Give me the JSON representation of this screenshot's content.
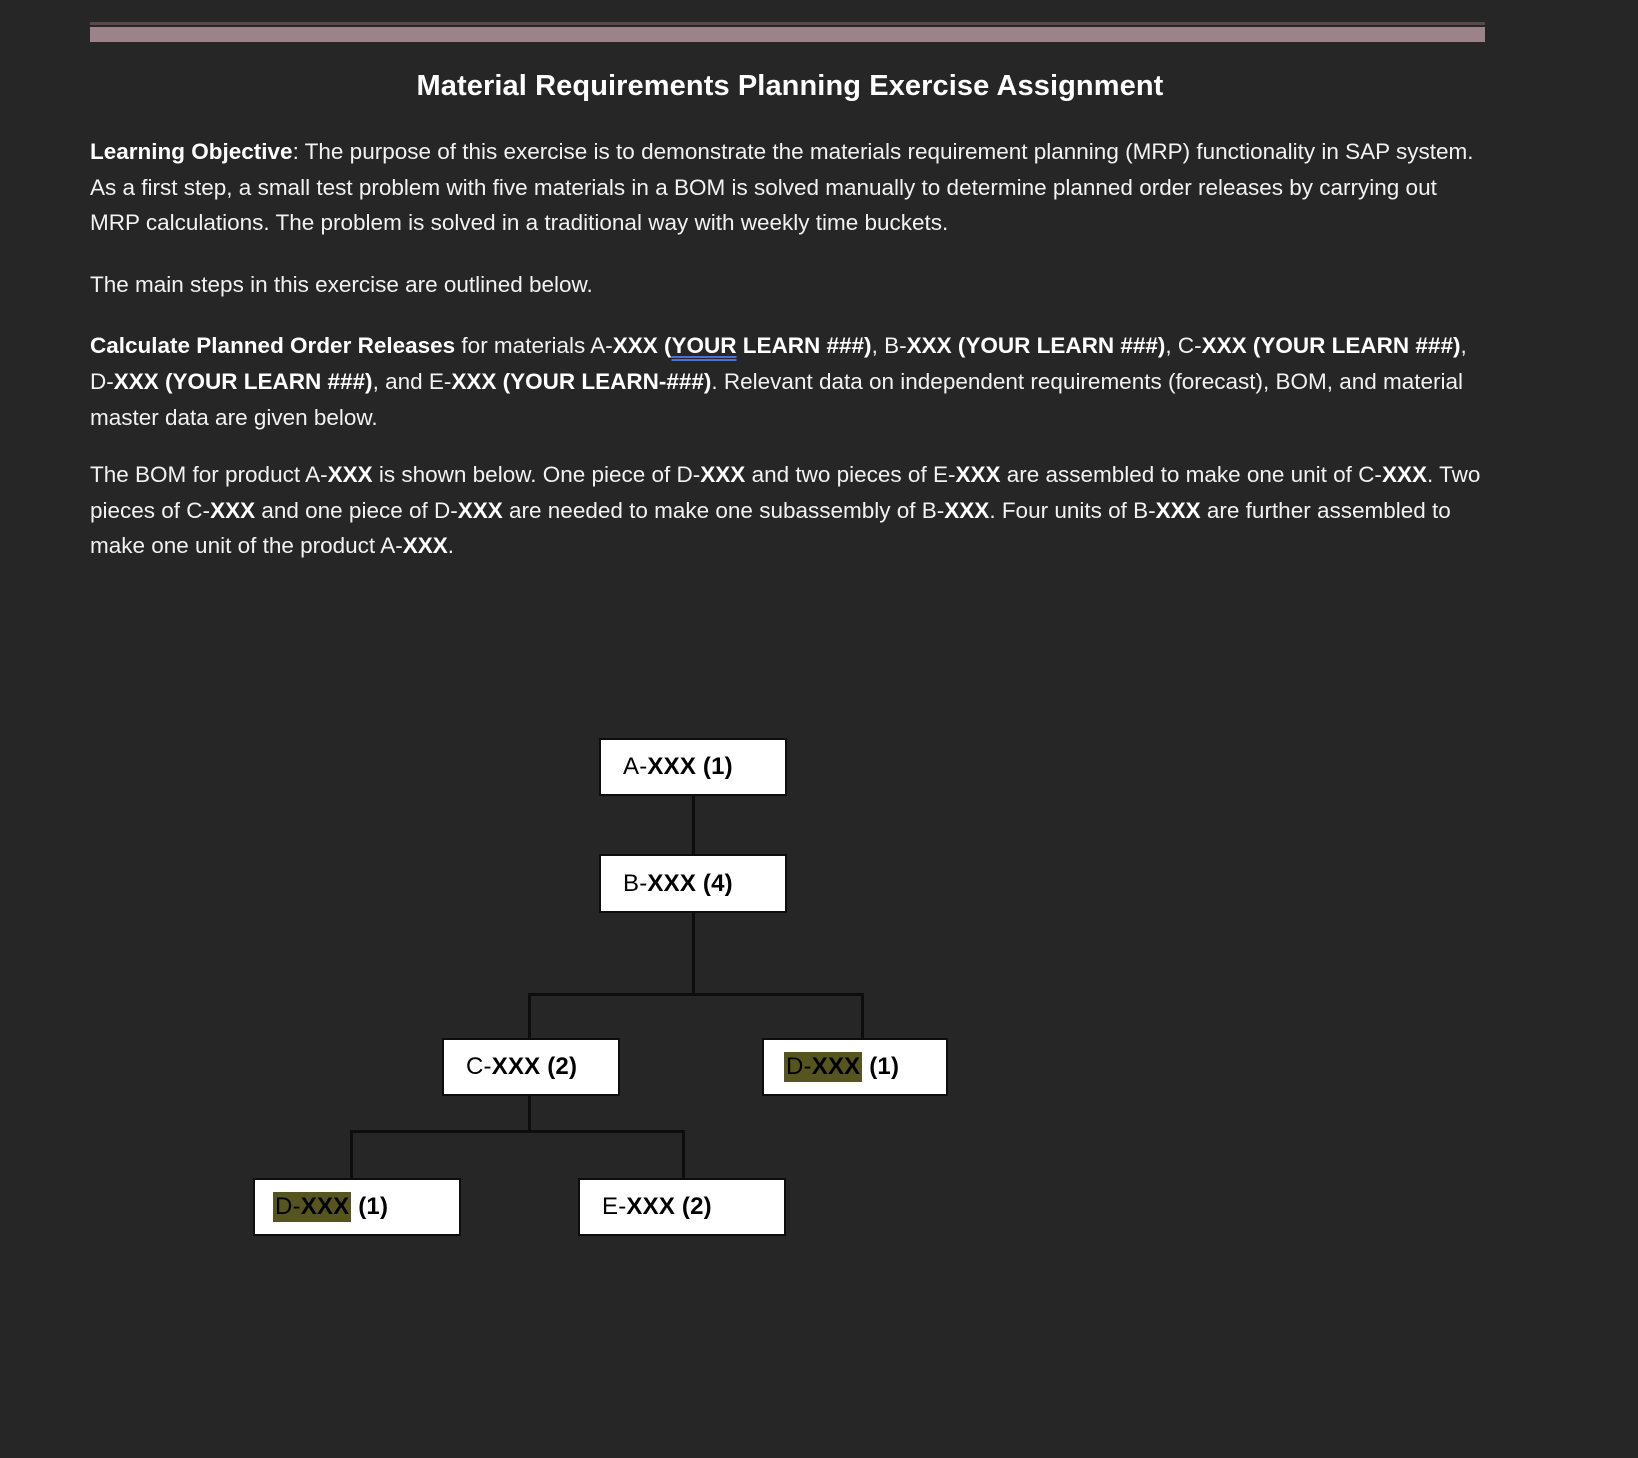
{
  "document": {
    "title": "Material Requirements Planning Exercise Assignment",
    "paragraphs": {
      "objective_label": "Learning Objective",
      "objective_body": ":  The purpose of this exercise is to demonstrate the materials requirement planning (MRP) functionality in SAP system.  As a first step, a small test problem with five materials in a BOM is solved manually to determine planned order releases by carrying out MRP calculations.  The problem is solved in a traditional way with weekly time buckets.",
      "steps_intro": "The main steps in this exercise are outlined below.",
      "calc_label": "Calculate Planned Order Releases",
      "calc_p1": " for materials A-",
      "calc_b1": "XXX (",
      "calc_grammar": "YOUR",
      "calc_b2": " LEARN ###)",
      "calc_p2": ", B-",
      "calc_b3": "XXX (YOUR LEARN ###)",
      "calc_p3": ", C-",
      "calc_b4": "XXX (YOUR LEARN ###)",
      "calc_p4": ", D-",
      "calc_b5": "XXX (YOUR LEARN ###)",
      "calc_p5": ", and E-",
      "calc_b6": "XXX (YOUR LEARN-###)",
      "calc_p6": ".  Relevant data on independent requirements (forecast), BOM, and material master data are given below.",
      "bom_p1": " The BOM for product A-",
      "bom_b1": "XXX",
      "bom_p2": " is shown below.  One piece of D-",
      "bom_b2": "XXX",
      "bom_p3": " and two pieces of E-",
      "bom_b3": "XXX",
      "bom_p4": " are assembled to make one unit of C-",
      "bom_b4": "XXX",
      "bom_p5": ".  Two pieces of C-",
      "bom_b5": "XXX",
      "bom_p6": " and one piece of D-",
      "bom_b6": "XXX",
      "bom_p7": " are needed to make one subassembly of B-",
      "bom_b7": "XXX",
      "bom_p8": ".   Four units of B-",
      "bom_b8": "XXX",
      "bom_p9": " are further assembled to make one unit of the product A-",
      "bom_b9": "XXX",
      "bom_p10": "."
    }
  },
  "colors": {
    "page_background": "#262626",
    "text": "#f2f2f2",
    "rule_thin": "#5b464b",
    "rule_thick": "#9c8389",
    "node_fill": "#ffffff",
    "node_border": "#0d0d0d",
    "highlight": "#56541f",
    "grammar_underline": "#4f6fd6"
  },
  "bom_tree": {
    "nodes": [
      {
        "id": "a",
        "prefix": "A-",
        "code": "XXX (1)",
        "highlight": false,
        "level": 0
      },
      {
        "id": "b",
        "prefix": "B-",
        "code": "XXX (4)",
        "highlight": false,
        "level": 1
      },
      {
        "id": "c",
        "prefix": "C-",
        "code": "XXX (2)",
        "highlight": false,
        "level": 2
      },
      {
        "id": "d1",
        "prefix": "D-",
        "code": "XXX",
        "suffix": " (1)",
        "highlight": true,
        "level": 2
      },
      {
        "id": "d2",
        "prefix": "D-",
        "code": "XXX",
        "suffix": " (1)",
        "highlight": true,
        "level": 3
      },
      {
        "id": "e",
        "prefix": "E-",
        "code": "XXX (2)",
        "highlight": false,
        "level": 3
      }
    ],
    "labels": {
      "a": "A-XXX (1)",
      "b": "B-XXX (4)",
      "c": "C-XXX (2)",
      "d1": "D-XXX (1)",
      "d2": "D-XXX (1)",
      "e": "E-XXX (2)"
    }
  }
}
